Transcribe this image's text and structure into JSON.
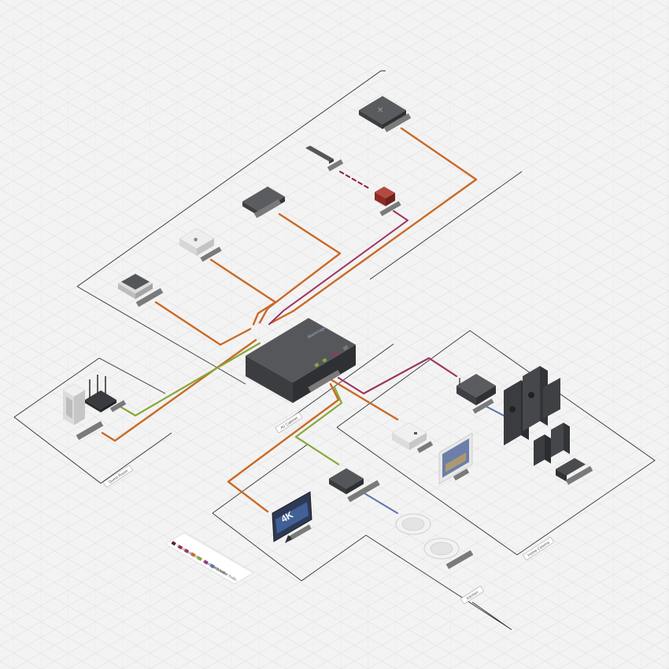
{
  "diagram": {
    "title": "",
    "zones": [
      {
        "id": "equipment-rack",
        "label": ""
      },
      {
        "id": "guest-room",
        "label": "Guest Room"
      },
      {
        "id": "av-cabinet",
        "label": "AV Cabinet"
      },
      {
        "id": "home-cinema",
        "label": "Home Cinema"
      },
      {
        "id": "kitchen",
        "label": "Kitchen"
      }
    ],
    "devices": [
      {
        "id": "main-switcher",
        "kind": "switcher",
        "label": "",
        "brand": "Blackmagic"
      },
      {
        "id": "satellite-receiver",
        "kind": "box",
        "label": ""
      },
      {
        "id": "mac-mini",
        "kind": "computer",
        "label": ""
      },
      {
        "id": "media-player",
        "kind": "box",
        "label": ""
      },
      {
        "id": "remote-control",
        "kind": "remote",
        "label": ""
      },
      {
        "id": "ir-receiver",
        "kind": "sensor",
        "label": ""
      },
      {
        "id": "game-console",
        "kind": "console",
        "label": ""
      },
      {
        "id": "mac-pro",
        "kind": "computer",
        "label": ""
      },
      {
        "id": "wifi-router",
        "kind": "router",
        "label": ""
      },
      {
        "id": "av-receiver",
        "kind": "amplifier",
        "label": ""
      },
      {
        "id": "speaker-set",
        "kind": "speakers",
        "label": ""
      },
      {
        "id": "hdmi-extender",
        "kind": "converter",
        "label": ""
      },
      {
        "id": "projector-screen",
        "kind": "display",
        "label": ""
      },
      {
        "id": "kitchen-tv",
        "kind": "display",
        "label": "",
        "screen_text": "4K"
      },
      {
        "id": "zone-amplifier",
        "kind": "amplifier",
        "label": ""
      },
      {
        "id": "ceiling-speakers",
        "kind": "speakers",
        "label": ""
      }
    ],
    "legend": {
      "items": [
        {
          "label": "Optical",
          "color": "#5a2035"
        },
        {
          "label": "Infrared",
          "color": "#a02750"
        },
        {
          "label": "HDMI",
          "color": "#9c3460"
        },
        {
          "label": "SDI",
          "color": "#c96a25"
        },
        {
          "label": "Analogue Audio",
          "color": "#86a83a"
        },
        {
          "label": "Digital Audio",
          "color": "#8f3a7a"
        },
        {
          "label": "Speaker Audio",
          "color": "#5b73b0"
        }
      ]
    },
    "colors": {
      "background": "#f3f3f3",
      "sdi": "#c96a25",
      "hdmi": "#9c3460",
      "analogue_audio": "#86a83a",
      "speaker_audio": "#5b73b0",
      "infrared": "#8c2040",
      "device_dark": "#4a4b4e",
      "device_light": "#e6e6e6",
      "tag": "#7a7a7a",
      "zone_line": "#333333"
    }
  }
}
